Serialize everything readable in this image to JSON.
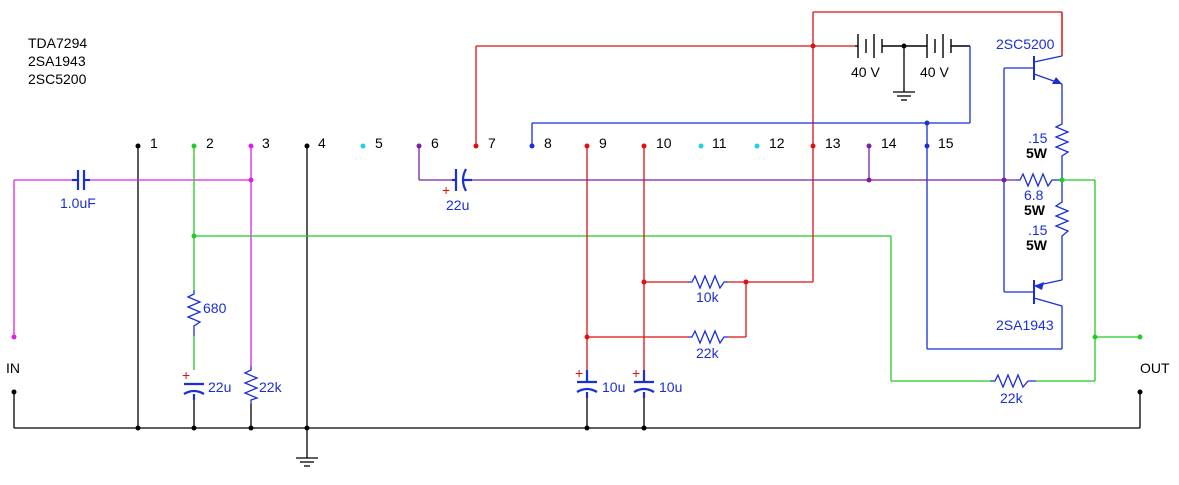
{
  "parts_list": [
    "TDA7294",
    "2SA1943",
    "2SC5200"
  ],
  "pins": [
    "1",
    "2",
    "3",
    "4",
    "5",
    "6",
    "7",
    "8",
    "9",
    "10",
    "11",
    "12",
    "13",
    "14",
    "15"
  ],
  "input": {
    "label": "IN",
    "cap": "1.0uF"
  },
  "output": {
    "label": "OUT"
  },
  "components": {
    "c_pin6": "22u",
    "r_pin2": "680",
    "c_pin2": "22u",
    "r_pin3": "22k",
    "c_pin9": "10u",
    "c_pin10": "10u",
    "r_10k": "10k",
    "r_22k_mid": "22k",
    "r_feedback": "22k",
    "battery_left": "40 V",
    "battery_right": "40 V",
    "q_top": "2SC5200",
    "q_bottom": "2SA1943",
    "r_emitter_top": ".15",
    "r_emitter_top_w": "5W",
    "r_base": "6.8",
    "r_base_w": "5W",
    "r_emitter_bot": ".15",
    "r_emitter_bot_w": "5W"
  },
  "colors": {
    "ground": "#000000",
    "magenta": "#e020e0",
    "green": "#22cc22",
    "red": "#dd1111",
    "blue": "#1a2fd6",
    "purple": "#7a1fa0",
    "cyan": "#22d0e8"
  }
}
